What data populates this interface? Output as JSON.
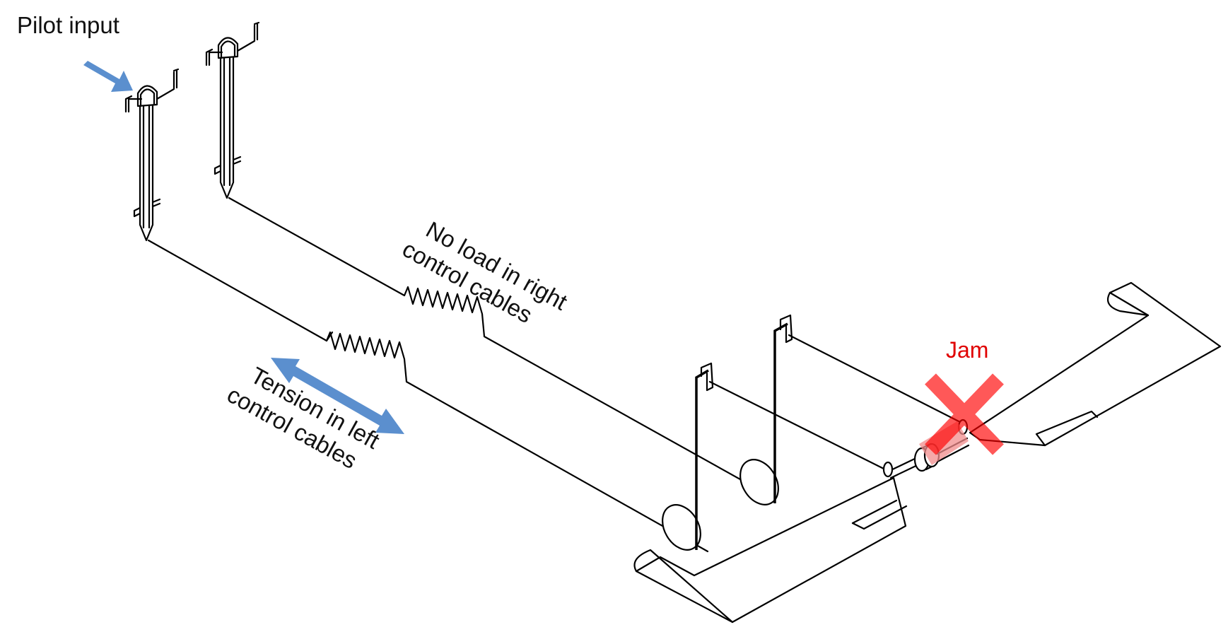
{
  "labels": {
    "pilot_input": "Pilot input",
    "no_load_line1": "No load in right",
    "no_load_line2": "control cables",
    "tension_line1": "Tension in left",
    "tension_line2": "control cables",
    "jam": "Jam"
  },
  "colors": {
    "line": "#000000",
    "arrow_blue": "#5b8fce",
    "jam_red": "#ff0000",
    "jam_fill": "#f28c8c",
    "jam_text": "#e00000"
  },
  "icons": {
    "pilot_arrow": "arrow-right-down-icon",
    "tension_arrow": "double-headed-arrow-icon",
    "jam_marker": "x-cross-icon"
  }
}
